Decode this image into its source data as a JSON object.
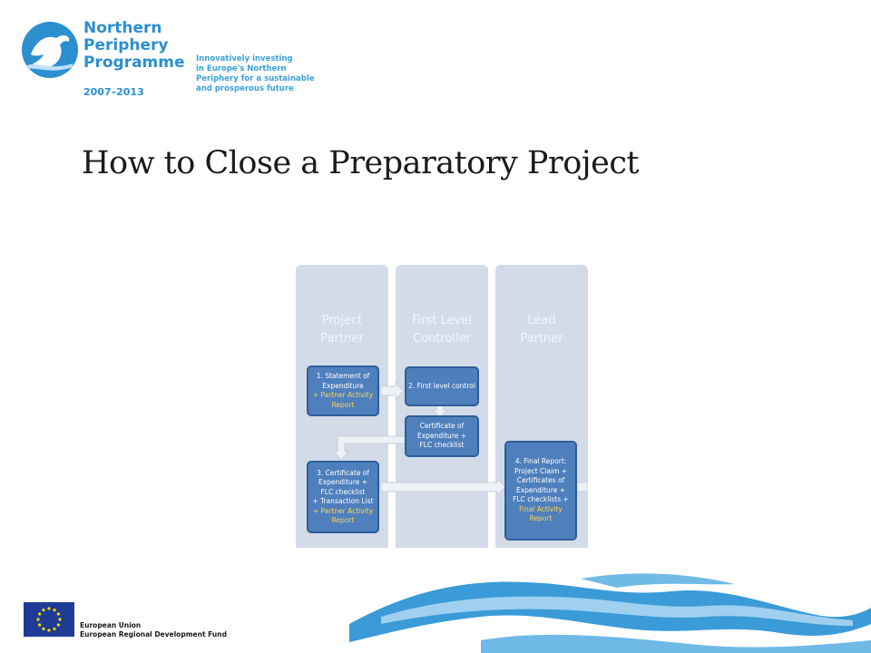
{
  "logo": {
    "name_lines": [
      "Northern",
      "Periphery",
      "Programme"
    ],
    "years": "2007–2013",
    "tagline_lines": [
      "Innovatively investing",
      "in Europe's Northern",
      "Periphery for a sustainable",
      "and prosperous future"
    ]
  },
  "title": "How to Close a Preparatory Project",
  "diagram": {
    "lanes": [
      {
        "title_lines": [
          "Project",
          "Partner"
        ]
      },
      {
        "title_lines": [
          "First Level",
          "Controller"
        ]
      },
      {
        "title_lines": [
          "Lead",
          "Partner"
        ]
      }
    ],
    "boxes": [
      {
        "white": [
          "1. Statement of",
          "Expenditure"
        ],
        "yellow": [
          "+ Partner Activity",
          "Report"
        ]
      },
      {
        "white": [
          "2. First level control"
        ],
        "yellow": []
      },
      {
        "white": [
          "Certificate of",
          "Expenditure +",
          "FLC checklist"
        ],
        "yellow": []
      },
      {
        "white": [
          "3. Certificate of",
          "Expenditure +",
          "FLC checklist",
          "+ Transaction List"
        ],
        "yellow": [
          "+ Partner Activity",
          "Report"
        ]
      },
      {
        "white": [
          "4. Final Report:",
          "Project Claim  +",
          "Certificates of",
          "Expenditure +",
          "FLC checklists +"
        ],
        "yellow": [
          "Final Activity",
          "Report"
        ]
      }
    ]
  },
  "footer": {
    "eu_line1": "European Union",
    "eu_line2": "European Regional Development Fund"
  },
  "colors": {
    "brand_blue": "#2b8fd0",
    "lane_bg": "#d3dbe9",
    "box_fill": "#4f7fbd",
    "box_highlight_text": "#ffd54a",
    "eu_flag": "#1e3c96"
  }
}
